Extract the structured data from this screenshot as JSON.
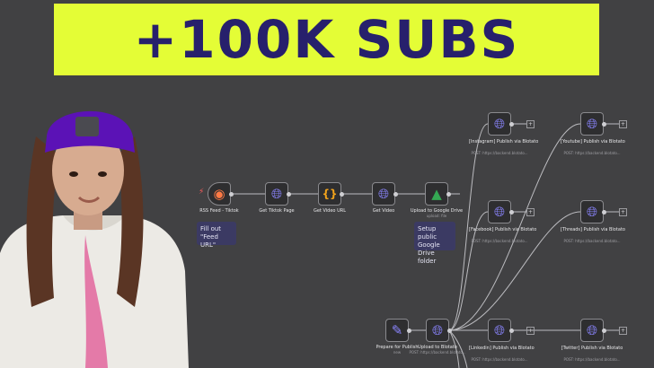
{
  "banner": {
    "text": "+100K SUBS"
  },
  "colors": {
    "banner_bg": "#e4fd36",
    "banner_text": "#27206c",
    "canvas_bg": "#414143",
    "node_icon": "#8b85ff",
    "sticky_bg": "#3b3a63"
  },
  "nodes": {
    "rss": {
      "label": "RSS Feed - Tiktok",
      "icon": "rss-icon"
    },
    "tiktok_page": {
      "label": "Get Tiktok Page",
      "icon": "globe-icon"
    },
    "video_url": {
      "label": "Get Video URL",
      "icon": "json-braces-icon"
    },
    "get_video": {
      "label": "Get Video",
      "icon": "globe-icon"
    },
    "drive": {
      "label": "Upload to Google Drive",
      "sub": "upload: file",
      "icon": "google-drive-icon"
    },
    "prepare": {
      "label": "Prepare for Publish",
      "sub": "new",
      "icon": "pencil-icon"
    },
    "blotato": {
      "label": "Upload to Blotato",
      "sub": "POST: https://backend.blotato...",
      "icon": "globe-icon"
    },
    "instagram": {
      "label": "[Instagram] Publish via Blotato",
      "sub": "POST: https://backend.blotato...",
      "icon": "globe-icon"
    },
    "youtube": {
      "label": "[Youtube] Publish via Blotato",
      "sub": "POST: https://backend.blotato...",
      "icon": "globe-icon"
    },
    "facebook": {
      "label": "[Facebook] Publish via Blotato",
      "sub": "POST: https://backend.blotato...",
      "icon": "globe-icon"
    },
    "threads": {
      "label": "[Threads] Publish via Blotato",
      "sub": "POST: https://backend.blotato...",
      "icon": "globe-icon"
    },
    "linkedin": {
      "label": "[Linkedin] Publish via Blotato",
      "sub": "POST: https://backend.blotato...",
      "icon": "globe-icon"
    },
    "twitter": {
      "label": "[Twitter] Publish via Blotato",
      "sub": "POST: https://backend.blotato...",
      "icon": "globe-icon"
    }
  },
  "stickies": {
    "feed": "Fill out\n\"Feed URL\"",
    "drive": "Setup public\nGoogle Drive\nfolder"
  }
}
